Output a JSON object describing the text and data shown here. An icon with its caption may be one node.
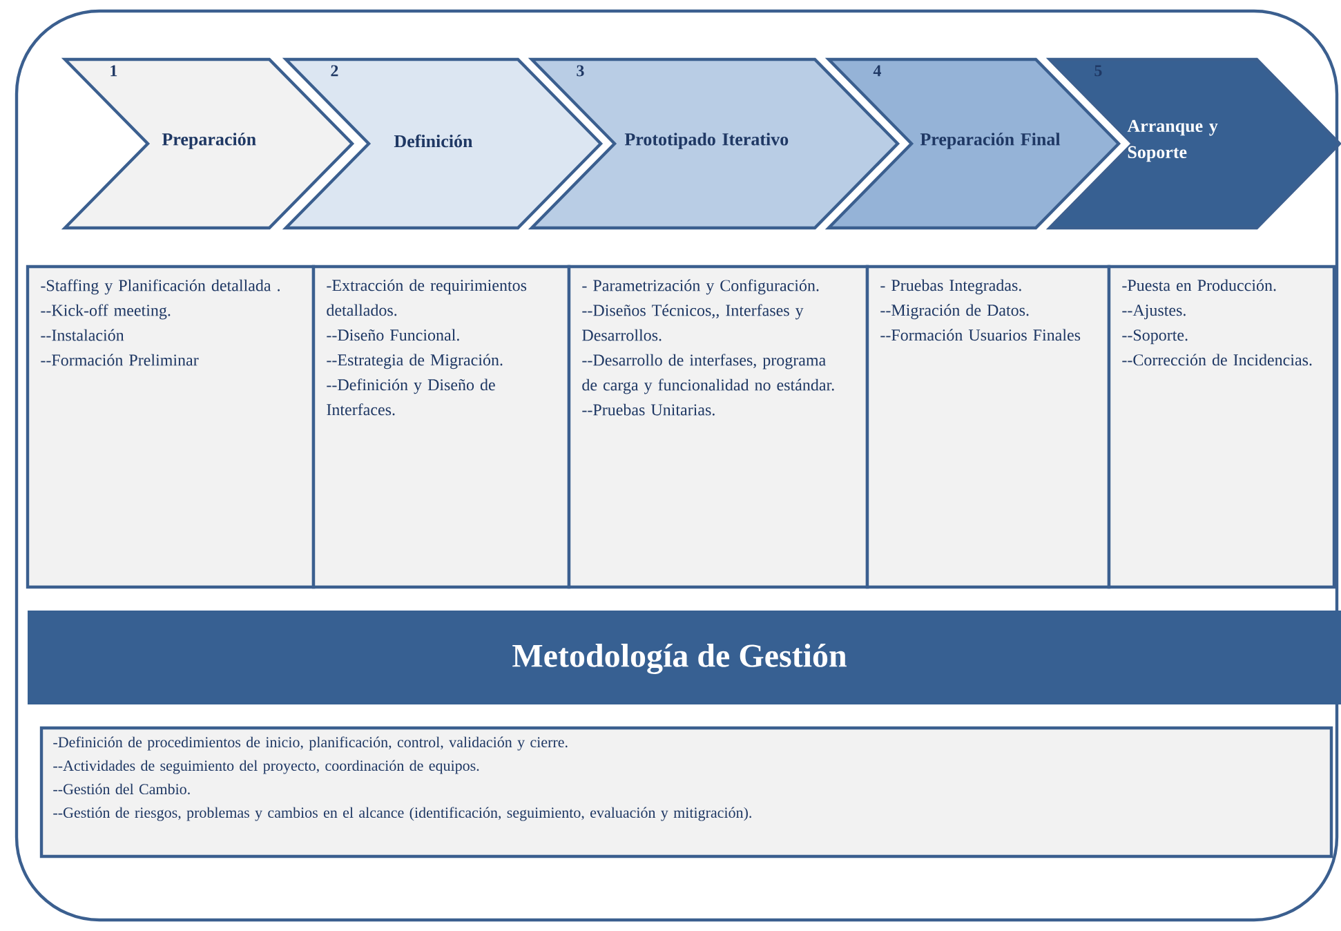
{
  "diagram": {
    "nodes": [
      {
        "text": [
          "1",
          "Preparación"
        ]
      },
      {
        "text": [
          "2",
          "Definición"
        ]
      },
      {
        "text": [
          "3",
          "Prototipado Iterativo"
        ]
      },
      {
        "text": [
          "4",
          "Preparación Final"
        ]
      },
      {
        "text": [
          "5",
          "Arranque y Soporte"
        ]
      },
      {
        "text": [
          "-Staffing  y Planificación detallada .",
          "--Kick-off meeting.",
          "--Instalación",
          "--Formación Preliminar"
        ]
      },
      {
        "text": [
          "-Extracción de requirimientos detallados.",
          "--Diseño Funcional.",
          "--Estrategia de Migración.",
          "--Definición y Diseño de Interfaces."
        ]
      },
      {
        "text": [
          "- Parametrización  y Configuración.",
          "--Diseños Técnicos,, Interfases y Desarrollos.",
          "--Desarrollo de interfases, programa de carga y funcionalidad no estándar.",
          "--Pruebas  Unitarias."
        ]
      },
      {
        "text": [
          "- Pruebas Integradas.",
          "--Migración de Datos.",
          "--Formación Usuarios Finales"
        ]
      },
      {
        "text": [
          "-Puesta en Producción.",
          "--Ajustes.",
          "--Soporte.",
          "--Corrección de Incidencias."
        ]
      },
      {
        "text": [
          "Metodología de Gestión"
        ]
      },
      {
        "text": [
          "-Definición de procedimientos  de inicio, planificación, control, validación y cierre.",
          "--Actividades de seguimiento del proyecto, coordinación de equipos.",
          "--Gestión del Cambio.",
          "--Gestión de riesgos, problemas y cambios en el alcance (identificación, seguimiento, evaluación y mitigración)."
        ]
      }
    ]
  }
}
